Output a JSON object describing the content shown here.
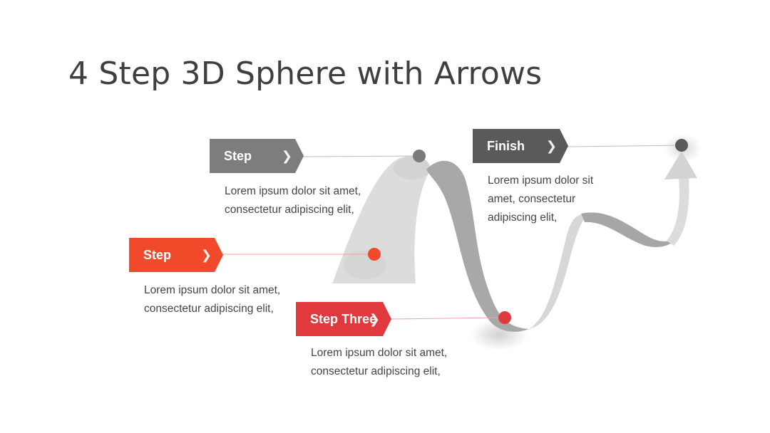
{
  "title": "4 Step 3D Sphere with Arrows",
  "colors": {
    "dark_gray": "#5a5a5a",
    "mid_gray": "#7d7d7d",
    "orange_red": "#f04a2a",
    "red": "#e03a3e",
    "ribbon_light": "#dcdcdc",
    "ribbon_dark": "#a9a9a9"
  },
  "steps": [
    {
      "label": "Step",
      "chevron": "❯",
      "text": "Lorem ipsum dolor sit amet,\nconsectetur adipiscing elit,"
    },
    {
      "label": "Step",
      "chevron": "❯",
      "text": "Lorem ipsum dolor sit amet,\nconsectetur adipiscing elit,"
    },
    {
      "label": "Step Three",
      "chevron": "❯",
      "text": "Lorem ipsum dolor sit amet,\nconsectetur adipiscing elit,"
    },
    {
      "label": "Finish",
      "chevron": "❯",
      "text": "Lorem ipsum dolor sit\namet, consectetur\nadipiscing elit,"
    }
  ]
}
